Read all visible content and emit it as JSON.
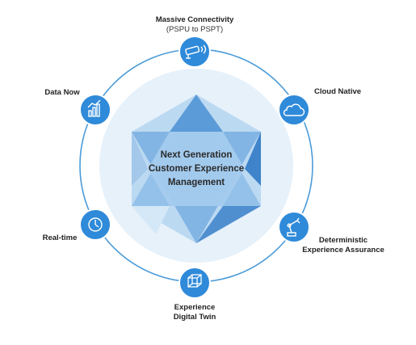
{
  "center": {
    "line1": "Next Generation",
    "line2": "Customer Experience",
    "line3": "Management"
  },
  "nodes": {
    "connectivity": {
      "label": "Massive Connectivity",
      "sublabel": "(PSPU to PSPT)",
      "icon": "cctv-camera-icon"
    },
    "cloud": {
      "label": "Cloud Native",
      "icon": "cloud-icon"
    },
    "assurance": {
      "label_line1": "Deterministic",
      "label_line2": "Experience Assurance",
      "icon": "robot-arm-icon"
    },
    "twin": {
      "label_line1": "Experience",
      "label_line2": "Digital Twin",
      "icon": "cube-network-icon"
    },
    "realtime": {
      "label": "Real-time",
      "icon": "clock-icon"
    },
    "datanow": {
      "label": "Data Now",
      "icon": "bar-chart-icon"
    }
  },
  "colors": {
    "node_fill": "#2f8ad9",
    "ring": "#4a9bd8",
    "halo": "#e4f0f9",
    "hex_light": "#a9cdee",
    "hex_dark": "#5a9ad6"
  }
}
